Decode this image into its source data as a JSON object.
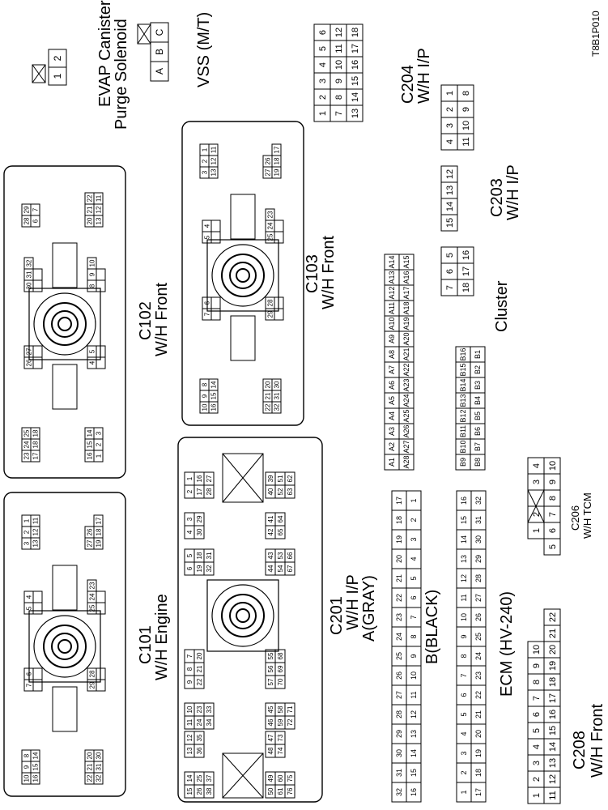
{
  "figure_id": "T8B1P010",
  "connectors": {
    "c101": {
      "label": "C101",
      "sub": "W/H Engine",
      "groups": [
        [
          "10",
          "9",
          "8"
        ],
        [
          "16",
          "15",
          "14"
        ],
        [
          "7",
          "6"
        ],
        [
          "22",
          "21",
          "20"
        ],
        [
          "32",
          "31",
          "30"
        ],
        [
          "29",
          "28"
        ],
        [
          "3",
          "2",
          "1"
        ],
        [
          "13",
          "12",
          "11"
        ],
        [
          "5",
          "4"
        ],
        [
          "27",
          "26"
        ],
        [
          "19",
          "18",
          "17"
        ],
        [
          "25",
          "24",
          "23"
        ]
      ]
    },
    "c102": {
      "label": "C102",
      "sub": "W/H Front",
      "groups": [
        [
          "23",
          "24",
          "25"
        ],
        [
          "17",
          "18",
          "18"
        ],
        [
          "26",
          "27"
        ],
        [
          "16",
          "15",
          "14"
        ],
        [
          "1",
          "2",
          "3"
        ],
        [
          "4",
          "5"
        ],
        [
          "28",
          "29"
        ],
        [
          "6",
          "7"
        ],
        [
          "30",
          "31",
          "32"
        ],
        [
          "20",
          "21",
          "22"
        ],
        [
          "13",
          "12",
          "11"
        ],
        [
          "8",
          "9",
          "10"
        ]
      ]
    },
    "c103": {
      "label": "C103",
      "sub": "W/H Front",
      "groups": [
        [
          "10",
          "9",
          "8"
        ],
        [
          "16",
          "15",
          "14"
        ],
        [
          "7",
          "6"
        ],
        [
          "22",
          "21",
          "20"
        ],
        [
          "32",
          "31",
          "30"
        ],
        [
          "29",
          "28"
        ],
        [
          "3",
          "2",
          "1"
        ],
        [
          "13",
          "12",
          "11"
        ],
        [
          "5",
          "4"
        ],
        [
          "27",
          "26"
        ],
        [
          "19",
          "18",
          "17"
        ],
        [
          "25",
          "24",
          "23"
        ]
      ]
    },
    "c201": {
      "label": "C201",
      "sub": "W/H I/P",
      "sub2": "A(GRAY)",
      "sub3": "B(BLACK)",
      "groups": [
        [
          "15",
          "14"
        ],
        [
          "26",
          "25"
        ],
        [
          "38",
          "37"
        ],
        [
          "13",
          "12"
        ],
        [
          "36",
          "35"
        ],
        [
          "11",
          "10"
        ],
        [
          "24",
          "23"
        ],
        [
          "34",
          "33"
        ],
        [
          "9",
          "8",
          "7"
        ],
        [
          "22",
          "21",
          "20"
        ],
        [
          "6",
          "5"
        ],
        [
          "19",
          "18"
        ],
        [
          "32",
          "31"
        ],
        [
          "4",
          "3"
        ],
        [
          "30",
          "29"
        ],
        [
          "2",
          "1"
        ],
        [
          "17",
          "16"
        ],
        [
          "28",
          "27"
        ],
        [
          "50",
          "49"
        ],
        [
          "61",
          "60"
        ],
        [
          "76",
          "75"
        ],
        [
          "48",
          "47"
        ],
        [
          "74",
          "73"
        ],
        [
          "46",
          "45"
        ],
        [
          "59",
          "58"
        ],
        [
          "72",
          "71"
        ],
        [
          "57",
          "56",
          "55"
        ],
        [
          "70",
          "69",
          "68"
        ],
        [
          "44",
          "43"
        ],
        [
          "54",
          "53"
        ],
        [
          "67",
          "66"
        ],
        [
          "42",
          "41"
        ],
        [
          "65",
          "64"
        ],
        [
          "40",
          "39"
        ],
        [
          "52",
          "51"
        ],
        [
          "63",
          "62"
        ]
      ]
    },
    "c201a": {
      "row1": [
        "16",
        "15",
        "14",
        "13",
        "12",
        "11",
        "10",
        "9",
        "8",
        "7",
        "6",
        "5",
        "4",
        "3",
        "2",
        "1"
      ],
      "row2": [
        "32",
        "31",
        "30",
        "29",
        "28",
        "27",
        "26",
        "25",
        "24",
        "23",
        "22",
        "21",
        "20",
        "19",
        "18",
        "17"
      ]
    },
    "c201b": {
      "row1": [
        "17",
        "18",
        "19",
        "20",
        "21",
        "22",
        "23",
        "24",
        "25",
        "26",
        "27",
        "28",
        "29",
        "30",
        "31",
        "32"
      ],
      "row2": [
        "1",
        "2",
        "3",
        "4",
        "5",
        "6",
        "7",
        "8",
        "9",
        "10",
        "11",
        "12",
        "13",
        "14",
        "15",
        "16"
      ]
    },
    "c208": {
      "label": "C208",
      "sub": "W/H Front",
      "ecm": "ECM (HV-240)",
      "row1": [
        "1",
        "2",
        "3",
        "4",
        "5",
        "6",
        "7",
        "8",
        "9",
        "10"
      ],
      "row2": [
        "11",
        "12",
        "13",
        "14",
        "15",
        "16",
        "17",
        "18",
        "19",
        "20",
        "21",
        "22"
      ]
    },
    "c206": {
      "label": "C206",
      "sub": "W/H TCM",
      "row1": [
        "1",
        "2",
        "",
        "3",
        "4"
      ],
      "row2": [
        "5",
        "6",
        "7",
        "8",
        "9",
        "10"
      ]
    },
    "cluster": {
      "label": "Cluster",
      "a_top": [
        "A1",
        "A2",
        "A3",
        "A4",
        "A5",
        "A6",
        "A7",
        "A8",
        "A9",
        "A10",
        "A11",
        "A12",
        "A13",
        "A14"
      ],
      "a_bot": [
        "A28",
        "A27",
        "A26",
        "A25",
        "A24",
        "A23",
        "A22",
        "A21",
        "A20",
        "A19",
        "A18",
        "A17",
        "A16",
        "A15"
      ],
      "b_top": [
        "B9",
        "B10",
        "B11",
        "B12",
        "B13",
        "B14",
        "B15",
        "B16"
      ],
      "b_bot": [
        "B8",
        "B7",
        "B6",
        "B5",
        "B4",
        "B3",
        "B2",
        "B1"
      ]
    },
    "c203": {
      "label": "C203",
      "sub": "W/H I/P",
      "row1": [
        "7",
        "6",
        "5",
        "",
        "15",
        "14",
        "13",
        "12",
        "",
        "4",
        "3",
        "2",
        "1"
      ],
      "row2": [
        "18",
        "17",
        "16",
        "",
        "",
        "",
        "",
        "",
        "",
        "11",
        "10",
        "9",
        "8"
      ]
    },
    "c204": {
      "label": "C204",
      "sub": "W/H I/P",
      "rows": [
        [
          "1",
          "2",
          "3",
          "4",
          "5",
          "6"
        ],
        [
          "7",
          "8",
          "9",
          "10",
          "11",
          "12"
        ],
        [
          "13",
          "14",
          "15",
          "16",
          "17",
          "18"
        ]
      ]
    },
    "vss": {
      "label": "VSS (M/T)",
      "pins": [
        "A",
        "B",
        "C"
      ]
    },
    "evap": {
      "label": "EVAP Canister",
      "label2": "Purge Solenoid",
      "pins": [
        "1",
        "2"
      ]
    }
  }
}
